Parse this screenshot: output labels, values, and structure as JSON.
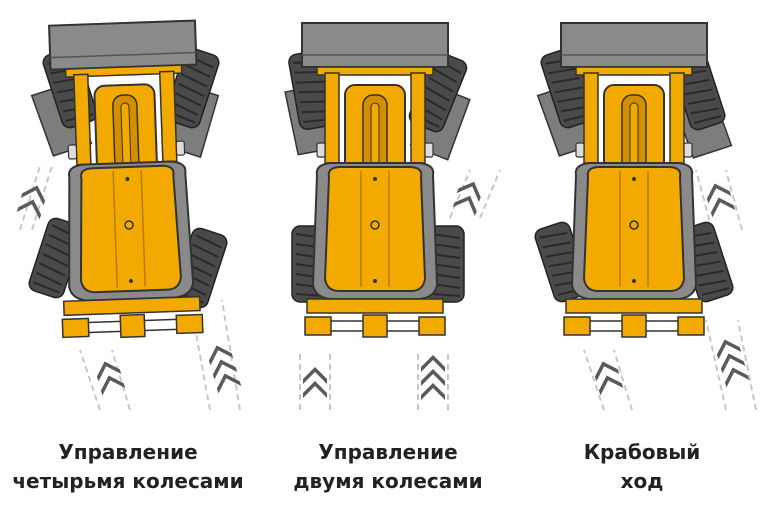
{
  "panels": [
    {
      "id": "four-wheel",
      "caption_line1": "Управление",
      "caption_line2": "четырьмя колесами"
    },
    {
      "id": "two-wheel",
      "caption_line1": "Управление",
      "caption_line2": "двумя колесами"
    },
    {
      "id": "crab",
      "caption_line1": "Крабовый",
      "caption_line2": "ход"
    }
  ],
  "colors": {
    "body_yellow": "#f2a900",
    "body_yellow_dark": "#d48f00",
    "outline": "#333333",
    "tire": "#4a4a4a",
    "bucket": "#8a8a8a",
    "track_stripe": "#c8c8c8",
    "chevron": "#555555",
    "caption_text": "#222222"
  },
  "icons": [
    "loader-top-view-icon",
    "tire-track-chevron-icon"
  ]
}
